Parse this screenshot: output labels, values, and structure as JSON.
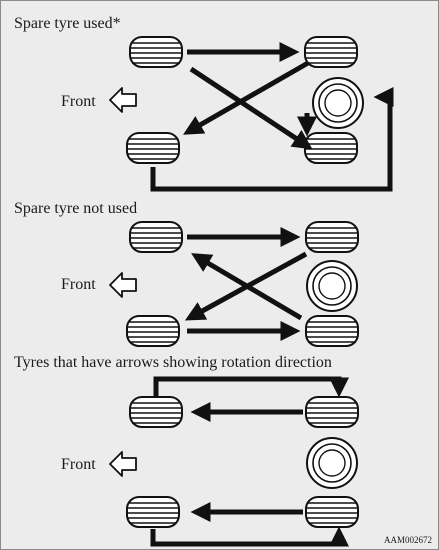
{
  "sections": [
    {
      "title": "Spare tyre used*",
      "front_label": "Front"
    },
    {
      "title": "Spare tyre not used",
      "front_label": "Front"
    },
    {
      "title": "Tyres that have arrows showing rotation direction",
      "front_label": "Front"
    }
  ],
  "figure_code": "AAM002672",
  "colors": {
    "background": "#ececec",
    "ink": "#1a1a1a",
    "border": "#8a8a8a"
  },
  "icons": [
    "tyre-side-view-icon",
    "spare-tyre-icon",
    "front-direction-arrow-icon"
  ]
}
